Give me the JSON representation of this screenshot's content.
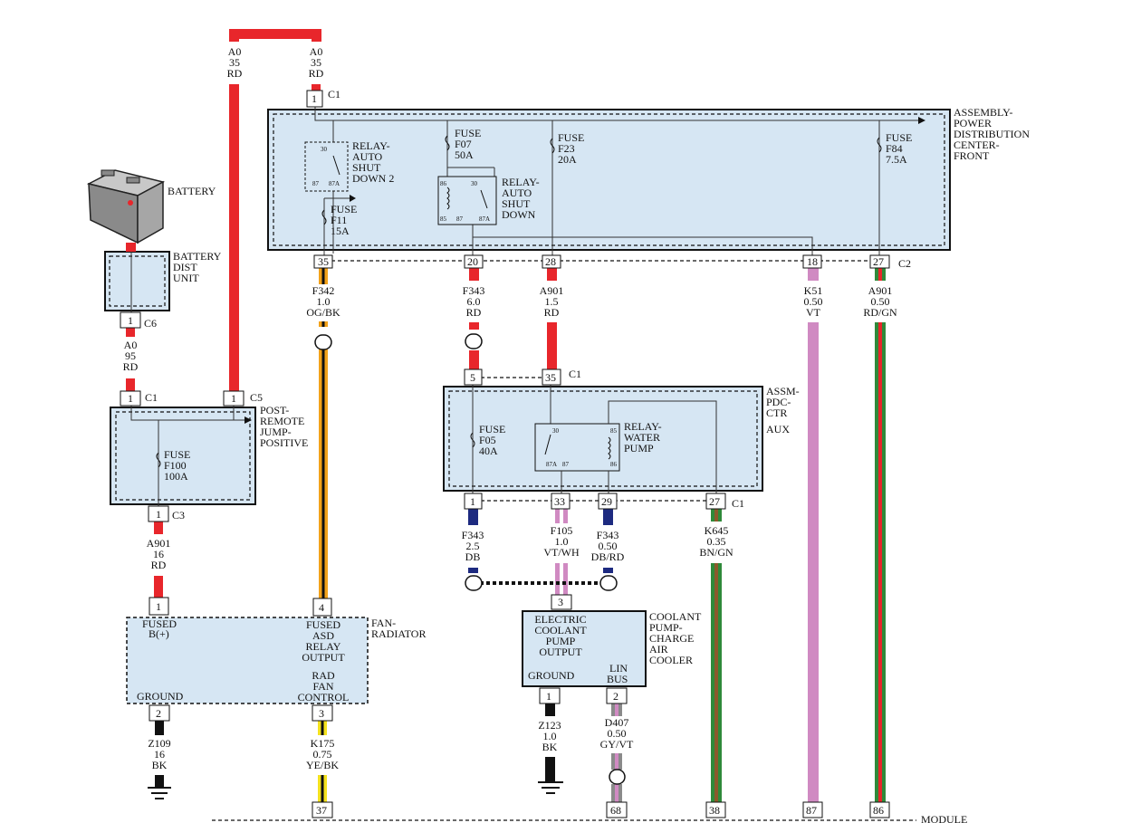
{
  "colors": {
    "RD": "#e8262b",
    "BK": "#111111",
    "OG": "#f3a21a",
    "YE": "#f4e21e",
    "DB": "#1d2a80",
    "VT": "#d08ac2",
    "WH": "#ffffff",
    "GN": "#2f8a3a",
    "BN": "#8b5a2b",
    "GY": "#8a8a8a",
    "box_fill": "#d6e6f3"
  },
  "components": {
    "battery": "BATTERY",
    "battery_dist": [
      "BATTERY",
      "DIST",
      "UNIT"
    ],
    "post_remote": [
      "POST-",
      "REMOTE",
      "JUMP-",
      "POSITIVE"
    ],
    "pdc_front": [
      "ASSEMBLY-",
      "POWER",
      "DISTRIBUTION",
      "CENTER-",
      "FRONT"
    ],
    "pdc_aux": [
      "ASSM-",
      "PDC-",
      "CTR",
      "AUX"
    ],
    "fan_radiator": [
      "FAN-",
      "RADIATOR"
    ],
    "coolant_pump": [
      "COOLANT",
      "PUMP-",
      "CHARGE",
      "AIR",
      "COOLER"
    ],
    "module": "MODULE"
  },
  "fan_labels": {
    "fused_b": [
      "FUSED",
      "B(+)"
    ],
    "fused_asd": [
      "FUSED",
      "ASD",
      "RELAY",
      "OUTPUT"
    ],
    "ground": "GROUND",
    "rad_fan": [
      "RAD",
      "FAN",
      "CONTROL"
    ]
  },
  "pump_labels": {
    "output": [
      "ELECTRIC",
      "COOLANT",
      "PUMP",
      "OUTPUT"
    ],
    "ground": "GROUND",
    "lin": [
      "LIN",
      "BUS"
    ]
  },
  "relays": {
    "asd2": [
      "RELAY-",
      "AUTO",
      "SHUT",
      "DOWN 2"
    ],
    "asd": [
      "RELAY-",
      "AUTO",
      "SHUT",
      "DOWN"
    ],
    "water_pump": [
      "RELAY-",
      "WATER",
      "PUMP"
    ]
  },
  "relay_pins": [
    "30",
    "87",
    "87A",
    "86",
    "85"
  ],
  "fuses": {
    "f07": [
      "FUSE",
      "F07",
      "50A"
    ],
    "f23": [
      "FUSE",
      "F23",
      "20A"
    ],
    "f84": [
      "FUSE",
      "F84",
      "7.5A"
    ],
    "f11": [
      "FUSE",
      "F11",
      "15A"
    ],
    "f05": [
      "FUSE",
      "F05",
      "40A"
    ],
    "f100": [
      "FUSE",
      "F100",
      "100A"
    ]
  },
  "connectors": {
    "c1": "C1",
    "c2": "C2",
    "c3": "C3",
    "c5": "C5",
    "c6": "C6"
  },
  "pins": {
    "p1": "1",
    "p2": "2",
    "p3": "3",
    "p4": "4",
    "p5": "5",
    "p18": "18",
    "p20": "20",
    "p27": "27",
    "p28": "28",
    "p29": "29",
    "p33": "33",
    "p35": "35",
    "p37": "37",
    "p38": "38",
    "p68": "68",
    "p86": "86",
    "p87": "87"
  },
  "wires": {
    "a0_top": [
      "A0",
      "35",
      "RD"
    ],
    "a0_bat": [
      "A0",
      "95",
      "RD"
    ],
    "a901_16": [
      "A901",
      "16",
      "RD"
    ],
    "z109": [
      "Z109",
      "16",
      "BK"
    ],
    "f342": [
      "F342",
      "1.0",
      "OG/BK"
    ],
    "k175": [
      "K175",
      "0.75",
      "YE/BK"
    ],
    "f343_rd": [
      "F343",
      "6.0",
      "RD"
    ],
    "a901_15": [
      "A901",
      "1.5",
      "RD"
    ],
    "k51": [
      "K51",
      "0.50",
      "VT"
    ],
    "a901_050": [
      "A901",
      "0.50",
      "RD/GN"
    ],
    "f343_db": [
      "F343",
      "2.5",
      "DB"
    ],
    "f105": [
      "F105",
      "1.0",
      "VT/WH"
    ],
    "f343_dbrd": [
      "F343",
      "0.50",
      "DB/RD"
    ],
    "k645": [
      "K645",
      "0.35",
      "BN/GN"
    ],
    "z123": [
      "Z123",
      "1.0",
      "BK"
    ],
    "d407": [
      "D407",
      "0.50",
      "GY/VT"
    ]
  }
}
